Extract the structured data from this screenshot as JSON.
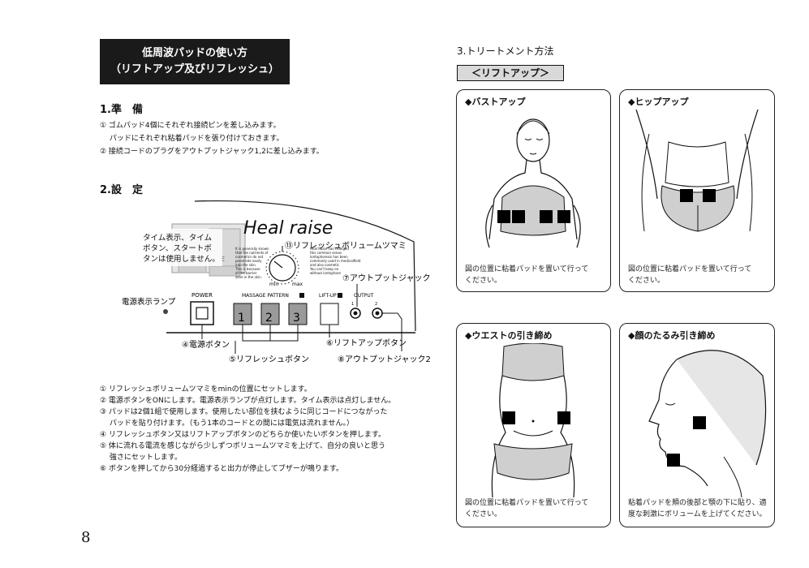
{
  "page_number": "8",
  "left": {
    "title_line1": "低周波パッドの使い方",
    "title_line2": "（リフトアップ及びリフレッシュ）",
    "prep_heading": "1.準　備",
    "prep_items": [
      "① ゴムパッド4個にそれぞれ接続ピンを差し込みます。",
      "　 パッドにそれぞれ粘着パッドを張り付けておきます。",
      "② 接続コードのプラグをアウトプットジャック1,2に差し込みます。"
    ],
    "setup_heading": "2.設　定",
    "panel": {
      "brand": "Heal raise",
      "note_line1": "タイム表示、タイム",
      "note_line2": "ボタン、スタートボ",
      "note_line3": "タンは使用しません。",
      "fine_left": [
        "It is generally known",
        "that the nutrients of",
        "cosmetics do not",
        "penetrate easily",
        "into the skin.",
        "This is because",
        "of the barrier",
        "zone in the skin."
      ],
      "fine_right": [
        "Heal Raise has changed",
        "this common sense.",
        "Iontophoresis has been",
        "commonly used in medicalfield",
        "and also cosmetic",
        "You can't keep on",
        "without iontophore"
      ],
      "label_volume": "⑬リフレッシュボリュームツマミ",
      "min": "min",
      "max": "max",
      "label_jack1": "⑦アウトプットジャック1",
      "power_label": "POWER",
      "lamp_label": "電源表示ランプ",
      "massage_label": "MASSAGE PATTERN",
      "liftup_label": "LIFT-UP",
      "output_label": "OUTPUT",
      "btn1": "1",
      "btn2": "2",
      "btn3": "3",
      "jack1": "1",
      "jack2": "2",
      "label_power_btn": "④電源ボタン",
      "label_refresh_btn": "⑤リフレッシュボタン",
      "label_liftup_btn": "⑥リフトアップボタン",
      "label_jack2": "⑧アウトプットジャック2"
    },
    "steps": [
      "① リフレッシュボリュームツマミをminの位置にセットします。",
      "② 電源ボタンをONにします。電源表示ランプが点灯します。タイム表示は点灯しません。",
      "③ パッドは2個1組で使用します。使用したい部位を挟むように同じコードにつながった",
      "　 パッドを貼り付けます。（もう1本のコードとの間には電気は流れません。）",
      "④ リフレッシュボタン又はリフトアップボタンのどちらか使いたいボタンを押します。",
      "⑤ 体に流れる電流を感じながら少しずつボリュームツマミを上げて、自分の良いと思う",
      "　 強さにセットします。",
      "⑥ ボタンを押してから30分経過すると出力が停止してブザーが鳴ります。"
    ]
  },
  "right": {
    "heading": "3.トリートメント方法",
    "tag": "＜リフトアップ＞",
    "cards": [
      {
        "title": "◆バストアップ",
        "caption1": "図の位置に粘着パッドを置いて行って",
        "caption2": "ください。"
      },
      {
        "title": "◆ヒップアップ",
        "caption1": "図の位置に粘着パッドを置いて行って",
        "caption2": "ください。"
      },
      {
        "title": "◆ウエストの引き締め",
        "caption1": "図の位置に粘着パッドを置いて行って",
        "caption2": "ください。"
      },
      {
        "title": "◆顔のたるみ引き締め",
        "caption1": "粘着パッドを頬の後部と顎の下に貼り、適",
        "caption2": "度な刺激にボリュームを上げてください。"
      }
    ]
  }
}
